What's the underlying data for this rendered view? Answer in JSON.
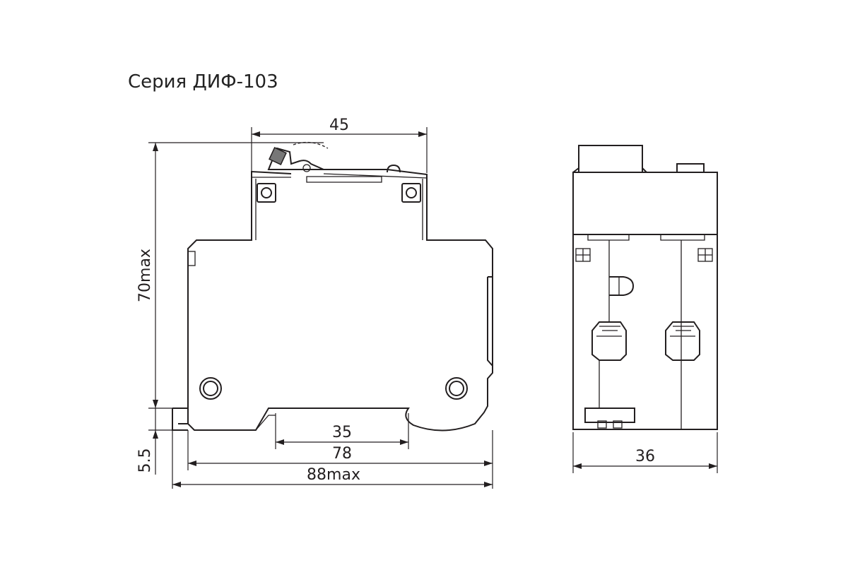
{
  "title": "Серия ДИФ-103",
  "dimensions": {
    "top_width": "45",
    "height": "70max",
    "rail_offset": "5.5",
    "rail_width": "35",
    "base_width": "78",
    "overall_width": "88max",
    "side_width": "36"
  }
}
